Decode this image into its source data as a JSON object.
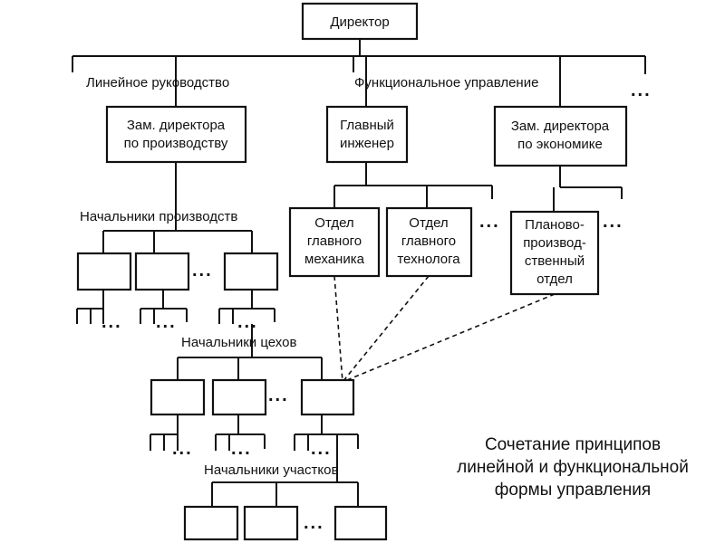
{
  "boxes": {
    "director": "Директор",
    "deputy_production": [
      "Зам. директора",
      "по производству"
    ],
    "chief_engineer": [
      "Главный",
      "инженер"
    ],
    "deputy_economics": [
      "Зам. директора",
      "по экономике"
    ],
    "chief_mechanic_dept": [
      "Отдел",
      "главного",
      "механика"
    ],
    "chief_technologist_dept": [
      "Отдел",
      "главного",
      "технолога"
    ],
    "planning_dept": [
      "Планово-",
      "производ-",
      "ственный",
      "отдел"
    ]
  },
  "labels": {
    "line_management": "Линейное руководство",
    "functional_management": "Функциональное управление",
    "production_heads": "Начальники производств",
    "shop_heads": "Начальники цехов",
    "section_heads": "Начальники участков"
  },
  "ellipsis": "...",
  "caption": [
    "Сочетание принципов",
    "линейной и функциональной",
    "формы управления"
  ]
}
